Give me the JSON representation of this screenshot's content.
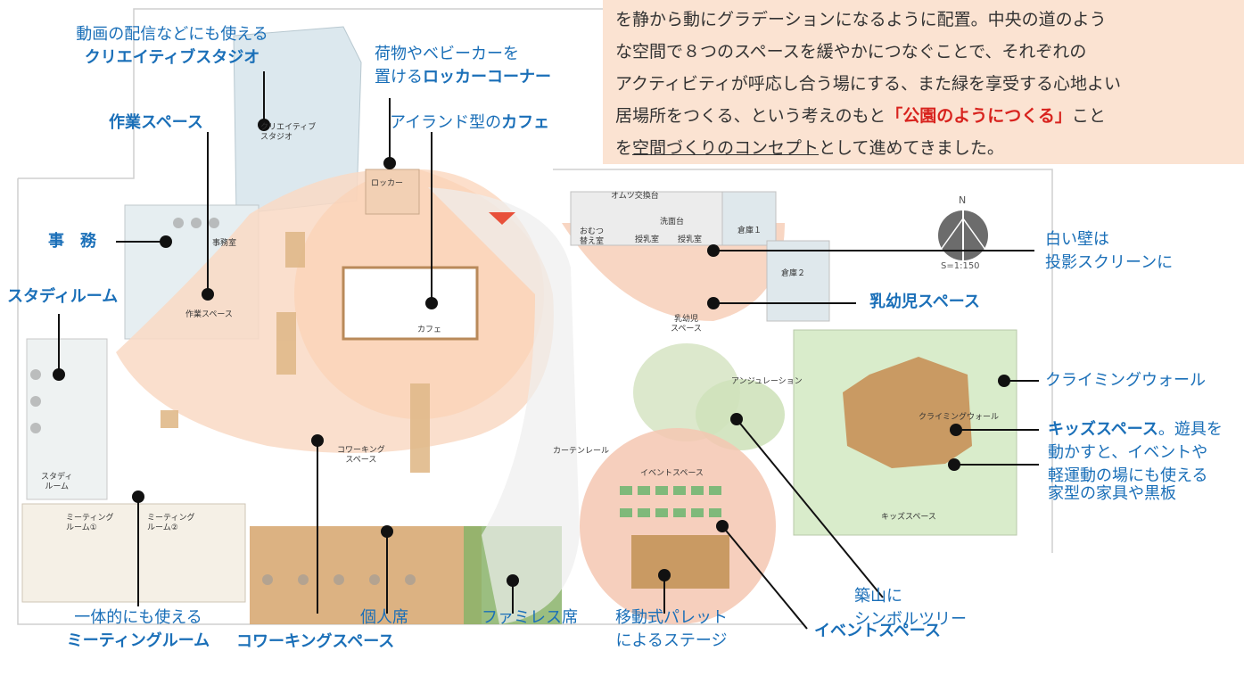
{
  "concept": {
    "line1": "を静から動にグラデーションになるように配置。中央の道のよう",
    "line2": "な空間で８つのスペースを緩やかにつなぐことで、それぞれの",
    "line3": "アクティビティが呼応し合う場にする、また緑を享受する心地よい",
    "line4_pre": "居場所をつくる、という考えのもと",
    "line4_highlight": "「公園のようにつくる」",
    "line4_post": "こと",
    "line5_pre": "を",
    "line5_underline": "空間づくりのコンセプト",
    "line5_post": "として進めてきました。"
  },
  "callouts": {
    "creative_studio": {
      "line1": "動画の配信などにも使える",
      "line2": "クリエイティブスタジオ"
    },
    "locker": {
      "line1": "荷物やベビーカーを",
      "line2_pre": "置ける",
      "line2_bold": "ロッカーコーナー"
    },
    "work_space": "作業スペース",
    "cafe": {
      "pre": "アイランド型の",
      "bold": "カフェ"
    },
    "office": "事　務",
    "study_room": "スタディルーム",
    "white_wall": {
      "line1": "白い壁は",
      "line2": "投影スクリーンに"
    },
    "infant_space": "乳幼児スペース",
    "climbing_wall": "クライミングウォール",
    "kids_space": {
      "bold": "キッズスペース",
      "line1_post": "。遊具を",
      "line2": "動かすと、イベントや",
      "line3": "軽運動の場にも使える"
    },
    "house_furniture": "家型の家具や黒板",
    "symbol_tree": {
      "line1": "築山に",
      "line2": "シンボルツリー"
    },
    "meeting_room": {
      "line1": "一体的にも使える",
      "line2": "ミーティングルーム"
    },
    "coworking": "コワーキングスペース",
    "private_seat": "個人席",
    "family_seat": "ファミレス席",
    "stage": {
      "line1": "移動式パレット",
      "line2": "によるステージ"
    },
    "event_space": "イベントスペース"
  },
  "plan_labels": {
    "creative": "クリエイティブ\nスタジオ",
    "locker": "ロッカー",
    "office": "事務室",
    "work": "作業スペース",
    "cafe": "カフェ",
    "study": "スタディ\nルーム",
    "meeting1": "ミーティング\nルーム①",
    "meeting2": "ミーティング\nルーム②",
    "coworking": "コワーキング\nスペース",
    "diaper": "おむつ\n替え室",
    "nursing1": "授乳室",
    "nursing2": "授乳室",
    "storage1": "倉庫１",
    "storage2": "倉庫２",
    "infant": "乳幼児\nスペース",
    "event": "イベントスペース",
    "kids": "キッズスペース",
    "climbing": "クライミングウォール",
    "undulation": "アンジュレーション",
    "curtain": "カーテンレール",
    "omutsu": "オムツ交換台",
    "sink": "洗面台"
  },
  "compass": {
    "north": "N",
    "scale": "S=1:150"
  },
  "colors": {
    "accent_blue": "#1a6fb8",
    "highlight_red": "#d8231e",
    "concept_bg": "#fbe3d2",
    "marker": "#e8503a"
  }
}
